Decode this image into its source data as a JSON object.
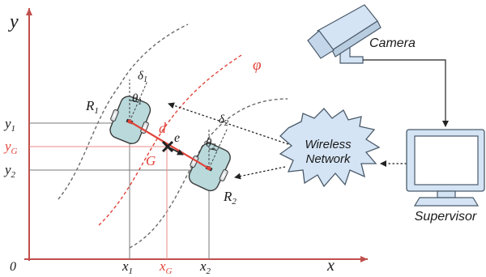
{
  "axes": {
    "x_label": "x",
    "y_label": "y",
    "origin_label": "0"
  },
  "ticks": {
    "x1": "x",
    "x1_sub": "1",
    "xG": "x",
    "xG_sub": "G",
    "x2": "x",
    "x2_sub": "2",
    "y1": "y",
    "y1_sub": "1",
    "yG": "y",
    "yG_sub": "G",
    "y2": "y",
    "y2_sub": "2"
  },
  "robots": {
    "r1": "R",
    "r1_sub": "1",
    "r2": "R",
    "r2_sub": "2",
    "delta1": "δ",
    "delta1_sub": "1",
    "delta2": "δ",
    "delta2_sub": "2",
    "theta1": "θ",
    "theta1_sub": "1",
    "theta2": "θ",
    "theta2_sub": "2"
  },
  "labels": {
    "phi": "φ",
    "d": "d",
    "G": "G",
    "e": "e"
  },
  "network": {
    "line1": "Wireless",
    "line2": "Network"
  },
  "camera_label": "Camera",
  "supervisor_label": "Supervisor",
  "colors": {
    "axis": "#c0504d",
    "red": "#e0443a",
    "robot_fill": "#b9d9db",
    "robot_stroke": "#3a3a3a",
    "device_fill": "#d4e4f4",
    "device_stroke": "#4a5a6a"
  }
}
